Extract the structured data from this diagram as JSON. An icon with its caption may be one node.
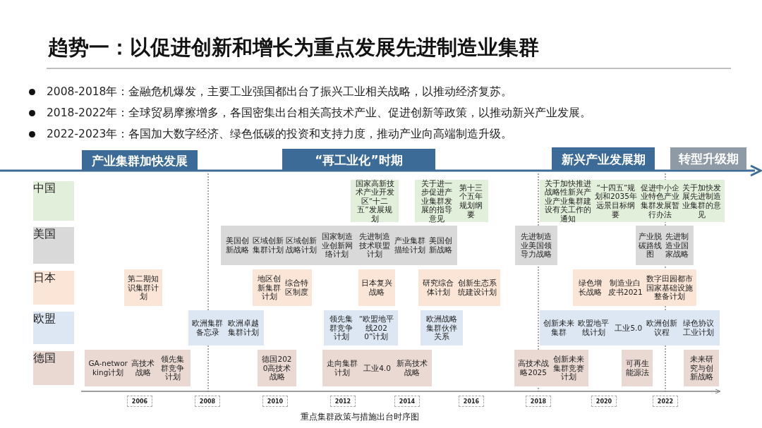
{
  "diagram": {
    "title": "趋势一：以促进创新和增长为重点发展先进制造业集群",
    "caption": "重点集群政策与措施出台时序图",
    "nodes": [
      {
        "text": [
          "产业集群加快发展"
        ]
      },
      {
        "text": [
          "“再工业化”时期"
        ]
      },
      {
        "text": [
          "新兴产业发展期"
        ]
      },
      {
        "text": [
          "转型升级期"
        ]
      },
      {
        "text": [
          "中国"
        ]
      },
      {
        "text": [
          "国家高新技术产业开发区“十二五”发展规划"
        ]
      },
      {
        "text": [
          "关于进一步促进产业集群发展的指导意见",
          "第十三个五年规划纲要"
        ]
      },
      {
        "text": [
          "关于加快推进战略性新兴产业产业集群建设有关工作的通知",
          "“十四五”规划和2035年远景目标纲要",
          "促进中小企业特色产业集群发展暂行办法",
          "关于加快发展先进制造业集群的意见"
        ]
      },
      {
        "text": [
          "美国"
        ]
      },
      {
        "text": [
          "美国创新战略",
          "区域创新集群计划",
          "区域创新战略计划",
          "国家制造业创新网络计划",
          "先进制造技术联盟计划",
          "产业集群描绘计划",
          "美国创新战略"
        ]
      },
      {
        "text": [
          "先进制造业美国领导力战略"
        ]
      },
      {
        "text": [
          "产业脱碳路线图",
          "先进制造业国家战略"
        ]
      },
      {
        "text": [
          "日本"
        ]
      },
      {
        "text": [
          "第二期知识集群计划"
        ]
      },
      {
        "text": [
          "地区创新集群计划",
          "综合特区制度"
        ]
      },
      {
        "text": [
          "日本复兴战略"
        ]
      },
      {
        "text": [
          "研究综合体计划",
          "创新生态系统建设计划"
        ]
      },
      {
        "text": [
          "绿色增长战略",
          "制造业白皮书2021",
          "数字田园都市国家基础设施整备计划"
        ]
      },
      {
        "text": [
          "欧盟"
        ]
      },
      {
        "text": [
          "欧洲集群备忘录",
          "欧洲卓越集群计划"
        ]
      },
      {
        "text": [
          "领先集群竞争计划",
          "“欧盟地平线2020”计划"
        ]
      },
      {
        "text": [
          "欧洲战略集群伙伴关系"
        ]
      },
      {
        "text": [
          "创新未来集群",
          "欧盟地平线计划",
          "工业5.0",
          "欧洲创新议程",
          "绿色协议工业计划"
        ]
      },
      {
        "text": [
          "德国"
        ]
      },
      {
        "text": [
          "GA-networking计划",
          "高技术战略",
          "领先集群竞争计划"
        ]
      },
      {
        "text": [
          "德国2020高技术战略"
        ]
      },
      {
        "text": [
          "走向集群计划",
          "工业4.0",
          "新高技术战略"
        ]
      },
      {
        "text": [
          "高技术战略2025",
          "创新未来集群竞赛计划"
        ]
      },
      {
        "text": [
          "可再生能源法"
        ]
      },
      {
        "text": [
          "未来研究与创新战略"
        ]
      }
    ],
    "labels": [
      "2008-2018年：金融危机爆发，主要工业强国都出台了振兴工业相关战略，以推动经济复苏。",
      "2018-2022年：全球贸易摩擦增多，各国密集出台相关高技术产业、促进创新等政策，以推动新兴产业发展。",
      "2022-2023年：各国加大数字经济、绿色低碳的投资和支持力度，推动产业向高端制造升级。",
      "2006",
      "2008",
      "2010",
      "2012",
      "2014",
      "2016",
      "2018",
      "2020",
      "2022"
    ]
  }
}
